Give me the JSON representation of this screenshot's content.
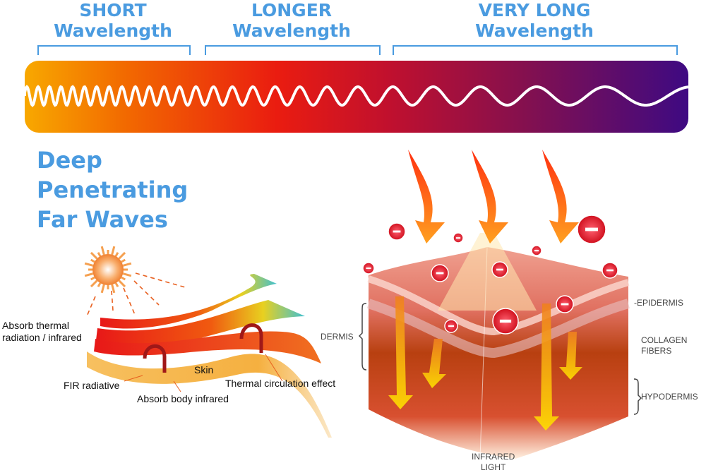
{
  "spectrum": {
    "bands": [
      {
        "line1": "SHORT",
        "line2": "Wavelength"
      },
      {
        "line1": "LONGER",
        "line2": "Wavelength"
      },
      {
        "line1": "VERY LONG",
        "line2": "Wavelength"
      }
    ]
  },
  "headline": [
    "Deep",
    "Penetrating",
    "Far Waves"
  ],
  "sun_diagram": {
    "absorb_thermal": [
      "Absorb thermal",
      "radiation / infrared"
    ],
    "fir_radiative": "FIR radiative",
    "skin": "Skin",
    "absorb_body": "Absorb body infrared",
    "thermal_circulation": "Thermal circulation effect"
  },
  "skin_diagram": {
    "epidermis": "-EPIDERMIS",
    "dermis": "DERMIS",
    "collagen": [
      "COLLAGEN",
      "FIBERS"
    ],
    "hypodermis": "HYPODERMIS",
    "infrared": [
      "INFRARED",
      "LIGHT"
    ]
  },
  "colors": {
    "accent": "#4a9be0",
    "wave": "#ffffff"
  }
}
